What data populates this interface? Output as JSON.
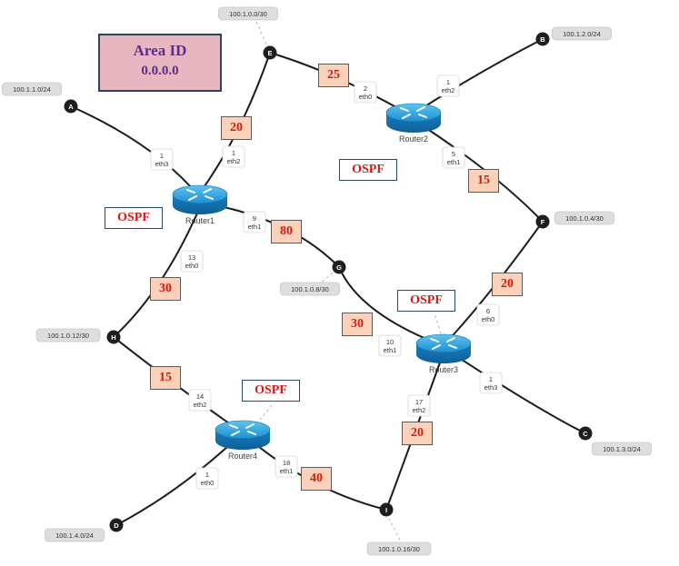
{
  "area": {
    "title": "Area ID",
    "value": "0.0.0.0"
  },
  "protocol_label": "OSPF",
  "routers": [
    {
      "name": "Router1"
    },
    {
      "name": "Router2"
    },
    {
      "name": "Router3"
    },
    {
      "name": "Router4"
    }
  ],
  "endpoints": [
    {
      "id": "A",
      "subnet": "100.1.1.0/24"
    },
    {
      "id": "B",
      "subnet": "100.1.2.0/24"
    },
    {
      "id": "C",
      "subnet": "100.1.3.0/24"
    },
    {
      "id": "D",
      "subnet": "100.1.4.0/24"
    },
    {
      "id": "E",
      "subnet": "100.1.0.0/30"
    },
    {
      "id": "F",
      "subnet": "100.1.0.4/30"
    },
    {
      "id": "G",
      "subnet": "100.1.0.8/30"
    },
    {
      "id": "H",
      "subnet": "100.1.0.12/30"
    },
    {
      "id": "I",
      "subnet": "100.1.0.16/30"
    }
  ],
  "interfaces": [
    {
      "num": "1",
      "iface": "eth3"
    },
    {
      "num": "1",
      "iface": "eth2"
    },
    {
      "num": "9",
      "iface": "eth1"
    },
    {
      "num": "13",
      "iface": "eth0"
    },
    {
      "num": "2",
      "iface": "eth0"
    },
    {
      "num": "1",
      "iface": "eth2"
    },
    {
      "num": "5",
      "iface": "eth1"
    },
    {
      "num": "6",
      "iface": "eth0"
    },
    {
      "num": "10",
      "iface": "eth1"
    },
    {
      "num": "1",
      "iface": "eth3"
    },
    {
      "num": "17",
      "iface": "eth2"
    },
    {
      "num": "14",
      "iface": "eth2"
    },
    {
      "num": "18",
      "iface": "eth1"
    },
    {
      "num": "1",
      "iface": "eth0"
    }
  ],
  "costs": [
    "25",
    "20",
    "15",
    "80",
    "20",
    "30",
    "30",
    "15",
    "20",
    "40"
  ],
  "colors": {
    "router": "#1a84c4",
    "link": "#1b1b1b",
    "cost_fill": "#fbd2b9",
    "cost_text": "#d9180f",
    "ospf_text": "#e01414",
    "area_fill": "#e7b6c1"
  }
}
